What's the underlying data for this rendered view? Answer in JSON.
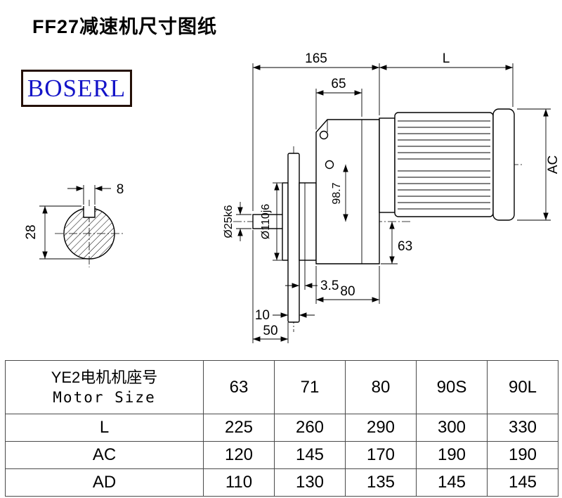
{
  "page": {
    "title": "FF27减速机尺寸图纸"
  },
  "logo": {
    "text": "BOSERL"
  },
  "drawing": {
    "dims": {
      "dim_165": "165",
      "dim_L": "L",
      "dim_65": "65",
      "ac": "AC",
      "dia110": "Ø110j6",
      "dia25": "Ø25k6",
      "dim_98_7": "98.7",
      "dim_63": "63",
      "dim_3_5": "3.5",
      "dim_80": "80",
      "dim_10": "10",
      "dim_50": "50",
      "key_width": "8",
      "key_height": "28"
    }
  },
  "table": {
    "header": {
      "line1": "YE2电机机座号",
      "line2": "Motor Size"
    },
    "columns": [
      "63",
      "71",
      "80",
      "90S",
      "90L"
    ],
    "rows": [
      {
        "label": "L",
        "values": [
          "225",
          "260",
          "290",
          "300",
          "330"
        ]
      },
      {
        "label": "AC",
        "values": [
          "120",
          "145",
          "170",
          "190",
          "190"
        ]
      },
      {
        "label": "AD",
        "values": [
          "110",
          "130",
          "135",
          "145",
          "145"
        ]
      }
    ]
  }
}
